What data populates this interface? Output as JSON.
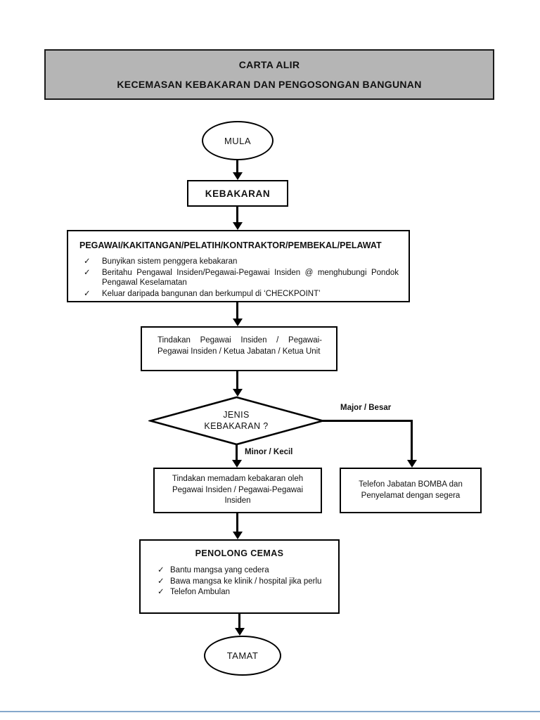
{
  "title": {
    "line1": "CARTA ALIR",
    "line2": "KECEMASAN KEBAKARAN DAN PENGOSONGAN BANGUNAN",
    "bg_color": "#b5b5b5"
  },
  "icons": {
    "check": "✓"
  },
  "flow": {
    "start": {
      "label": "MULA"
    },
    "fire": {
      "label": "KEBAKARAN"
    },
    "staff": {
      "header": "PEGAWAI/KAKITANGAN/PELATIH/KONTRAKTOR/PEMBEKAL/PELAWAT",
      "items": [
        "Bunyikan sistem penggera kebakaran",
        "Beritahu Pengawal Insiden/Pegawai-Pegawai Insiden @ menghubungi Pondok Pengawal Keselamatan",
        "Keluar daripada bangunan dan berkumpul di ‘CHECKPOINT’"
      ]
    },
    "action": {
      "label": "Tindakan Pegawai Insiden / Pegawai-Pegawai Insiden / Ketua Jabatan / Ketua Unit"
    },
    "decision": {
      "line1": "JENIS",
      "line2": "KEBAKARAN ?"
    },
    "branch_major": {
      "label": "Major / Besar"
    },
    "branch_minor": {
      "label": "Minor / Kecil"
    },
    "minor_action": {
      "label": "Tindakan memadam kebakaran oleh Pegawai Insiden / Pegawai-Pegawai Insiden"
    },
    "major_action": {
      "label": "Telefon Jabatan BOMBA dan Penyelamat dengan segera"
    },
    "first_aid": {
      "header": "PENOLONG CEMAS",
      "items": [
        "Bantu mangsa yang cedera",
        "Bawa mangsa ke klinik / hospital jika perlu",
        "Telefon Ambulan"
      ]
    },
    "end": {
      "label": "TAMAT"
    }
  },
  "page": {
    "separator_color": "#85a8cc"
  }
}
